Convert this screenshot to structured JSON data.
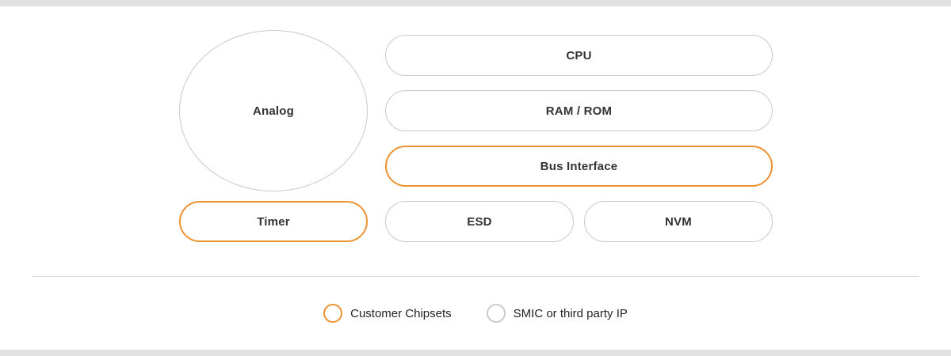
{
  "diagram": {
    "analog": {
      "label": "Analog"
    },
    "blocks": [
      {
        "label": "CPU",
        "style": "gray"
      },
      {
        "label": "RAM / ROM",
        "style": "gray"
      },
      {
        "label": "Bus Interface",
        "style": "orange"
      },
      {
        "label": "Timer",
        "style": "orange"
      },
      {
        "label": "ESD",
        "style": "gray"
      },
      {
        "label": "NVM",
        "style": "gray"
      }
    ]
  },
  "legend": [
    {
      "label": "Customer Chipsets",
      "color": "orange"
    },
    {
      "label": "SMIC or third party IP",
      "color": "gray"
    }
  ],
  "colors": {
    "orange": "#EE9230",
    "gray": "#C9C9C9",
    "bar": "#E1E1E1",
    "divider": "#DDDDDD",
    "text": "#333333"
  }
}
